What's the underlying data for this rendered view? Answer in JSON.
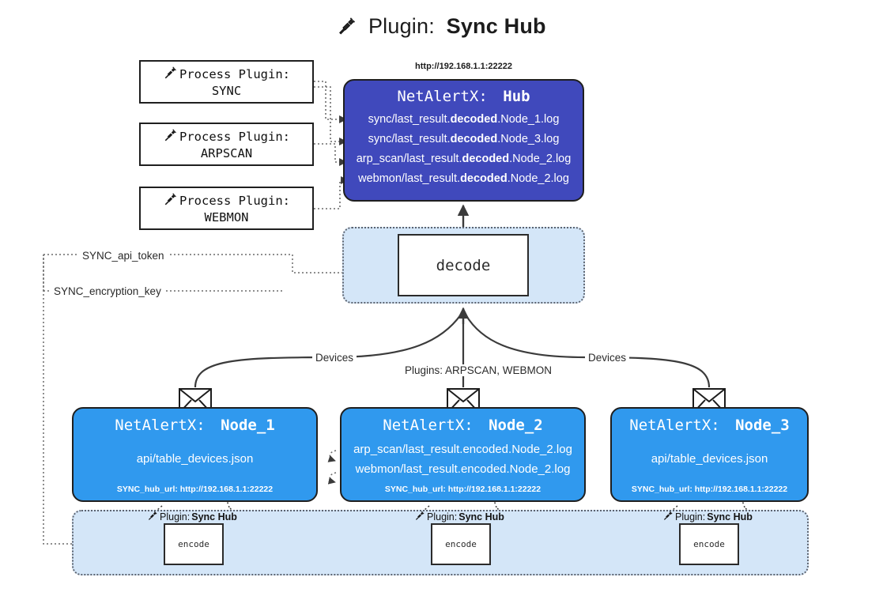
{
  "page": {
    "title_prefix": "Plugin:",
    "title_name": "Sync Hub",
    "plug_icon": "plug-icon"
  },
  "colors": {
    "hub_fill": "#4049bc",
    "node_fill": "#3099ee",
    "container_fill": "#d4e6f8",
    "stroke": "#1f1f1f",
    "background": "#ffffff"
  },
  "process_plugins": [
    {
      "label": "Process Plugin:",
      "name": "SYNC"
    },
    {
      "label": "Process Plugin:",
      "name": "ARPSCAN"
    },
    {
      "label": "Process Plugin:",
      "name": "WEBMON"
    }
  ],
  "hub": {
    "url": "http://192.168.1.1:22222",
    "title_prefix": "NetAlertX:",
    "title_name": "Hub",
    "logs": [
      {
        "pre": "sync/last_result.",
        "bold": "decoded",
        "post": ".Node_1.log"
      },
      {
        "pre": "sync/last_result.",
        "bold": "decoded",
        "post": ".Node_3.log"
      },
      {
        "pre": "arp_scan/last_result.",
        "bold": "decoded",
        "post": ".Node_2.log"
      },
      {
        "pre": "webmon/last_result.",
        "bold": "decoded",
        "post": ".Node_2.log"
      }
    ]
  },
  "decode": {
    "label": "decode"
  },
  "secrets": [
    {
      "label": "SYNC_api_token"
    },
    {
      "label": "SYNC_encryption_key"
    }
  ],
  "flow_labels": {
    "devices_left": "Devices",
    "devices_right": "Devices",
    "plugins_center": "Plugins: ARPSCAN, WEBMON"
  },
  "nodes": [
    {
      "title_prefix": "NetAlertX:",
      "title_name": "Node_1",
      "lines": [
        "api/table_devices.json"
      ],
      "footer": "SYNC_hub_url: http://192.168.1.1:22222",
      "mail_icon": "envelope-icon"
    },
    {
      "title_prefix": "NetAlertX:",
      "title_name": "Node_2",
      "lines": [
        "arp_scan/last_result.encoded.Node_2.log",
        "webmon/last_result.encoded.Node_2.log"
      ],
      "footer": "SYNC_hub_url: http://192.168.1.1:22222",
      "mail_icon": "envelope-icon"
    },
    {
      "title_prefix": "NetAlertX:",
      "title_name": "Node_3",
      "lines": [
        "api/table_devices.json"
      ],
      "footer": "SYNC_hub_url: http://192.168.1.1:22222",
      "mail_icon": "envelope-icon"
    }
  ],
  "encoders": [
    {
      "plugin_prefix": "Plugin:",
      "plugin_name": "Sync Hub",
      "label": "encode"
    },
    {
      "plugin_prefix": "Plugin:",
      "plugin_name": "Sync Hub",
      "label": "encode"
    },
    {
      "plugin_prefix": "Plugin:",
      "plugin_name": "Sync Hub",
      "label": "encode"
    }
  ]
}
